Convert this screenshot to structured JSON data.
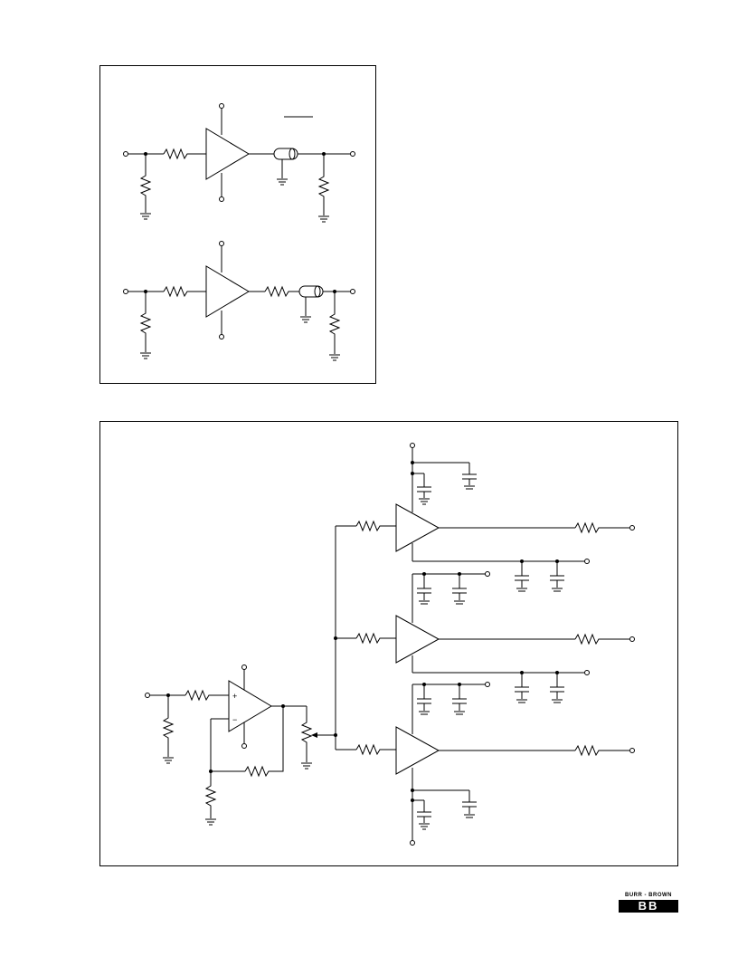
{
  "top_panel": {
    "upper_circuit": {
      "components": [
        "input-terminal",
        "shunt-resistor",
        "series-resistor",
        "buffer-amplifier",
        "coax-cable",
        "load-resistor",
        "output-terminal"
      ]
    },
    "lower_circuit": {
      "components": [
        "input-terminal",
        "shunt-resistor",
        "series-resistor",
        "buffer-amplifier",
        "back-termination-resistor",
        "coax-cable",
        "load-resistor",
        "output-terminal"
      ]
    }
  },
  "bottom_panel": {
    "opamp_signs": {
      "plus": "+",
      "minus": "−"
    },
    "buffer_count": 3
  },
  "logo": {
    "top_text": "BURR - BROWN",
    "bottom_text": "BB"
  }
}
